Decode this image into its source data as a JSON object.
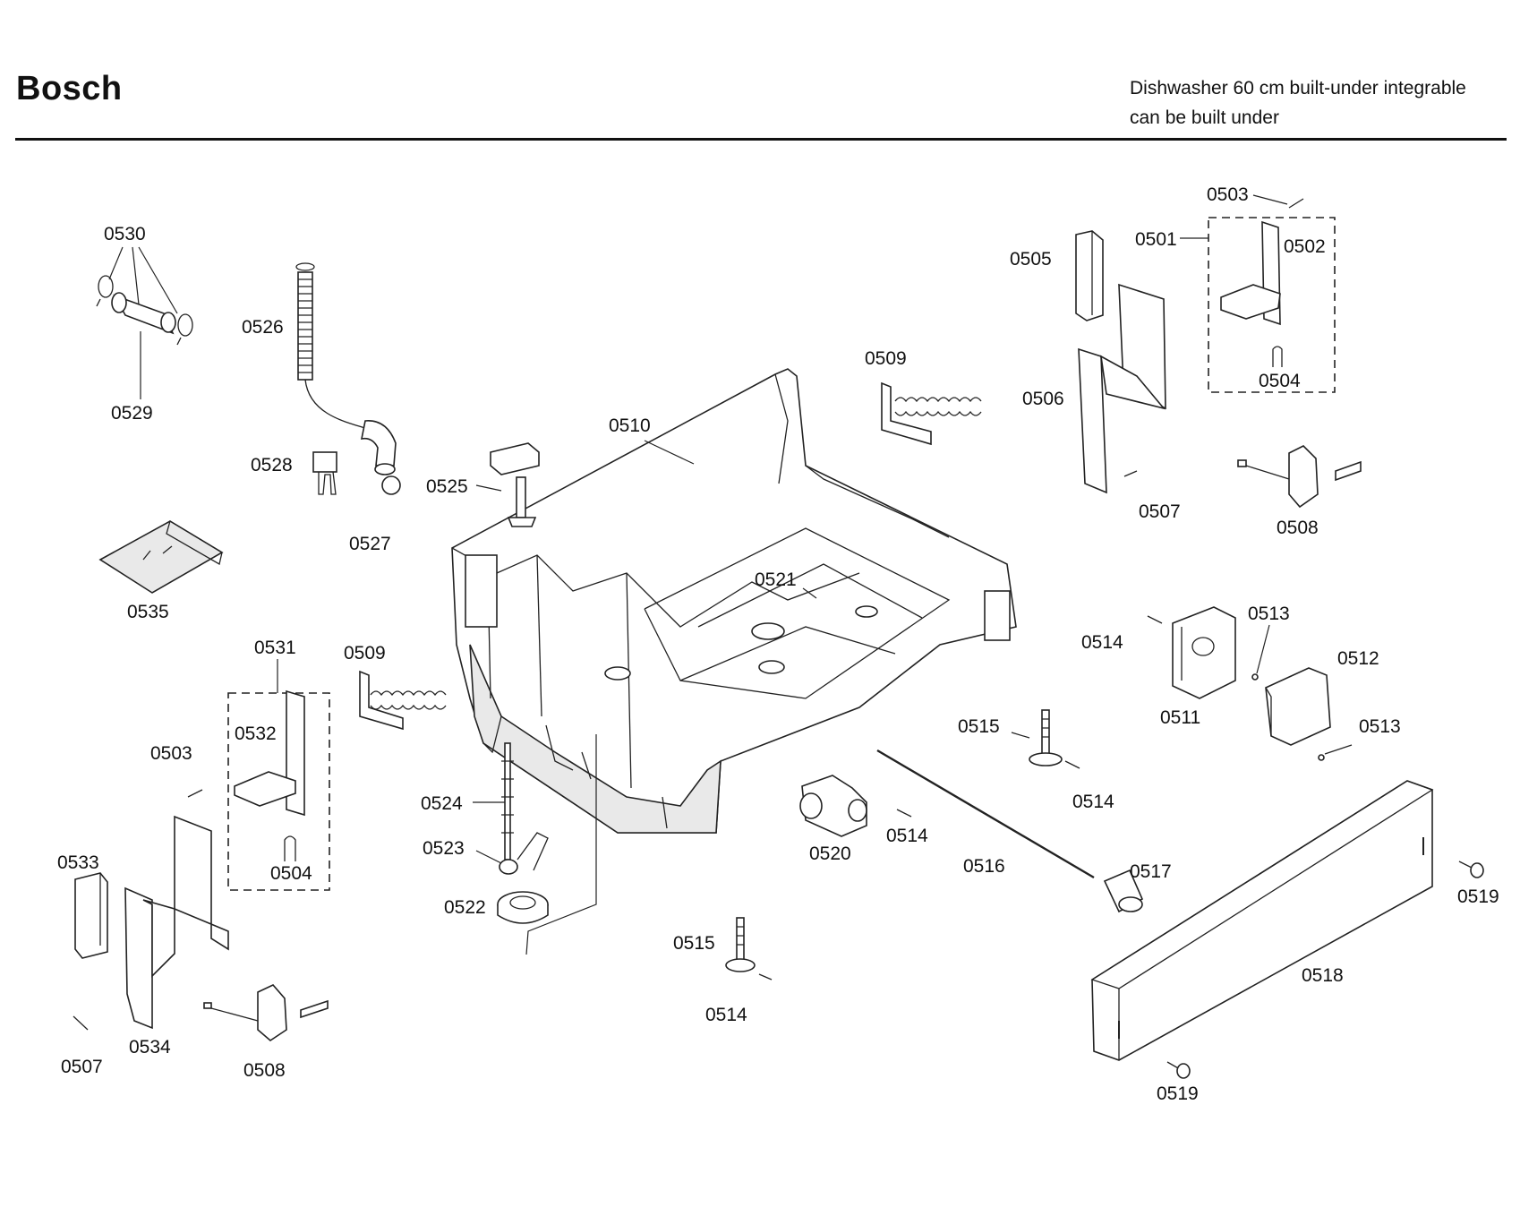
{
  "header": {
    "brand": "Bosch",
    "description_line1": "Dishwasher 60 cm built-under integrable",
    "description_line2": "can be built under"
  },
  "callouts": {
    "c0501": "0501",
    "c0502": "0502",
    "c0503a": "0503",
    "c0503b": "0503",
    "c0504a": "0504",
    "c0504b": "0504",
    "c0505": "0505",
    "c0506": "0506",
    "c0507a": "0507",
    "c0507b": "0507",
    "c0508a": "0508",
    "c0508b": "0508",
    "c0509a": "0509",
    "c0509b": "0509",
    "c0510": "0510",
    "c0511": "0511",
    "c0512": "0512",
    "c0513a": "0513",
    "c0513b": "0513",
    "c0514a": "0514",
    "c0514b": "0514",
    "c0514c": "0514",
    "c0514d": "0514",
    "c0515a": "0515",
    "c0515b": "0515",
    "c0516": "0516",
    "c0517": "0517",
    "c0518": "0518",
    "c0519a": "0519",
    "c0519b": "0519",
    "c0520": "0520",
    "c0521": "0521",
    "c0522": "0522",
    "c0523": "0523",
    "c0524": "0524",
    "c0525": "0525",
    "c0526": "0526",
    "c0527": "0527",
    "c0528": "0528",
    "c0529": "0529",
    "c0530": "0530",
    "c0531": "0531",
    "c0532": "0532",
    "c0533": "0533",
    "c0534": "0534",
    "c0535": "0535"
  }
}
